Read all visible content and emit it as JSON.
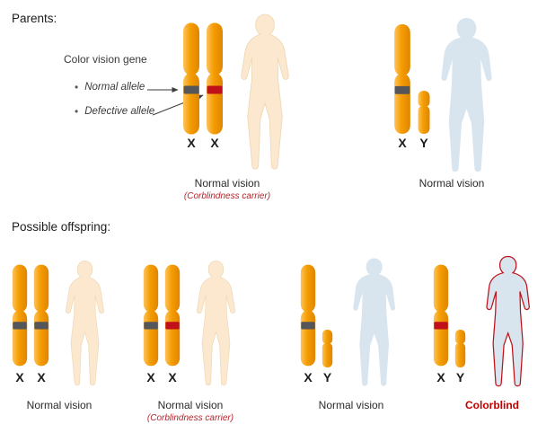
{
  "colors": {
    "chromosome_orange": "#F59C00",
    "chromosome_orange_light": "#FCC35E",
    "chromosome_orange_dark": "#DF8500",
    "normal_allele_band": "#55565A",
    "defective_allele_band": "#C0111B",
    "female_silhouette": "#FBE8CE",
    "male_silhouette": "#D9E5EE",
    "colorblind_outline": "#C0111B",
    "carrier_text_red": "#B2252B",
    "colorblind_text_red": "#C00000",
    "body_text": "#2B2B2B"
  },
  "parents": {
    "heading": "Parents:",
    "legend": {
      "title": "Color vision gene",
      "bullet": "•",
      "items": [
        {
          "label": "Normal allele"
        },
        {
          "label": "Defective allele"
        }
      ]
    },
    "mother": {
      "chromosomes": [
        "X",
        "X"
      ],
      "caption": "Normal vision",
      "subcaption": "(Corblindness carrier)"
    },
    "father": {
      "chromosomes": [
        "X",
        "Y"
      ],
      "caption": "Normal vision"
    }
  },
  "offspring": {
    "heading": "Possible offspring:",
    "children": [
      {
        "chromosomes": [
          "X",
          "X"
        ],
        "caption": "Normal vision"
      },
      {
        "chromosomes": [
          "X",
          "X"
        ],
        "caption": "Normal vision",
        "subcaption": "(Corblindness carrier)"
      },
      {
        "chromosomes": [
          "X",
          "Y"
        ],
        "caption": "Normal vision"
      },
      {
        "chromosomes": [
          "X",
          "Y"
        ],
        "caption": "Colorblind"
      }
    ]
  }
}
